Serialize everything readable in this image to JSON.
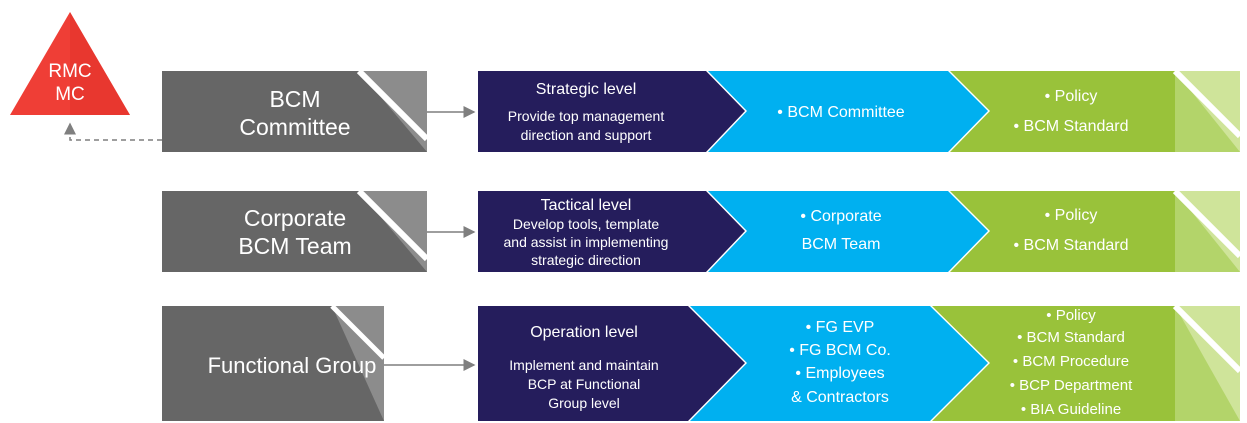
{
  "badge": {
    "line1": "RMC",
    "line2": "MC"
  },
  "colors": {
    "badge": "#ef3e36",
    "role_box": "#666666",
    "level_box": "#251d5c",
    "who_box": "#00b0f0",
    "docs_box": "#99c23a"
  },
  "rows": [
    {
      "role": [
        "BCM",
        "Committee"
      ],
      "level_title": "Strategic level",
      "level_desc": [
        "Provide top management",
        "direction and support"
      ],
      "who": [
        "• BCM Committee"
      ],
      "docs": [
        "• Policy",
        "• BCM Standard"
      ]
    },
    {
      "role": [
        "Corporate",
        "BCM Team"
      ],
      "level_title": "Tactical level",
      "level_desc": [
        "Develop tools, template",
        "and assist in implementing",
        "strategic direction"
      ],
      "who": [
        "• Corporate",
        "BCM Team"
      ],
      "docs": [
        "• Policy",
        "• BCM Standard"
      ]
    },
    {
      "role": [
        "Functional Group"
      ],
      "level_title": "Operation level",
      "level_desc": [
        "Implement and maintain",
        "BCP at Functional",
        "Group level"
      ],
      "who": [
        "• FG EVP",
        "• FG BCM Co.",
        "• Employees",
        "& Contractors"
      ],
      "docs": [
        "• Policy",
        "• BCM Standard",
        "• BCM Procedure",
        "• BCP Department",
        "• BIA Guideline"
      ]
    }
  ]
}
